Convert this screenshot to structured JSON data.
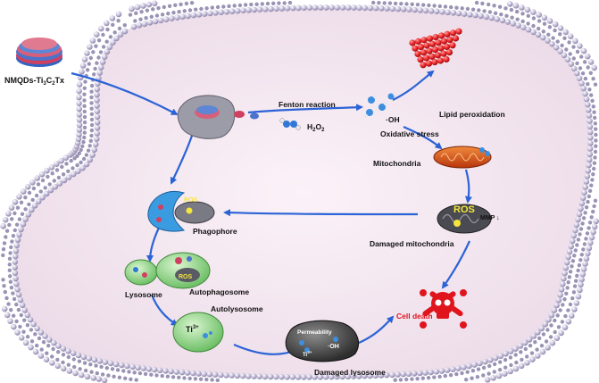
{
  "labels": {
    "nanoparticle": "NMQDs-Ti",
    "nanoparticle_sub1": "3",
    "nanoparticle_mid": "C",
    "nanoparticle_sub2": "2",
    "nanoparticle_end": "Tx",
    "fenton": "Fenton reaction",
    "h2o2_main": "H",
    "h2o2_sub1": "2",
    "h2o2_o": "O",
    "h2o2_sub2": "2",
    "oh_radical": "·OH",
    "lipid_peroxidation": "Lipid peroxidation",
    "oxidative_stress": "Oxidative stress",
    "mitochondria": "Mitochondria",
    "ros_mito": "ROS",
    "mmp": "MMP ↓",
    "damaged_mitochondria": "Damaged mitochondria",
    "phagophore": "Phagophore",
    "ros_phagophore": "ROS",
    "lysosome": "Lysosome",
    "autophagosome": "Autophagosome",
    "ros_autophagosome": "ROS",
    "autolysosome": "Autolysosome",
    "ti_ion": "Ti",
    "ti_ion_charge": "3+",
    "permeability": "Permeability",
    "oh_lysosome": "·OH",
    "ti_lysosome": "Ti",
    "ti_lysosome_charge": "3+",
    "damaged_lysosome": "Damaged lysosome",
    "cell_death": "Cell death"
  },
  "colors": {
    "membrane_bead": "#b7b0cd",
    "cell_interior": "#f3e6f0",
    "arrow": "#2b63d6",
    "lipid_cluster": "#e8242a",
    "mitochondrion": "#e2571c",
    "phagophore": "#3b9be0",
    "lysosome": "#8fd18a",
    "skull": "#e0141d",
    "label_red": "#e0141d"
  },
  "icons": [
    "nanosheet-stack-icon",
    "h2o2-molecule-icon",
    "hydroxyl-radical-icon",
    "skull-crossbones-icon"
  ]
}
